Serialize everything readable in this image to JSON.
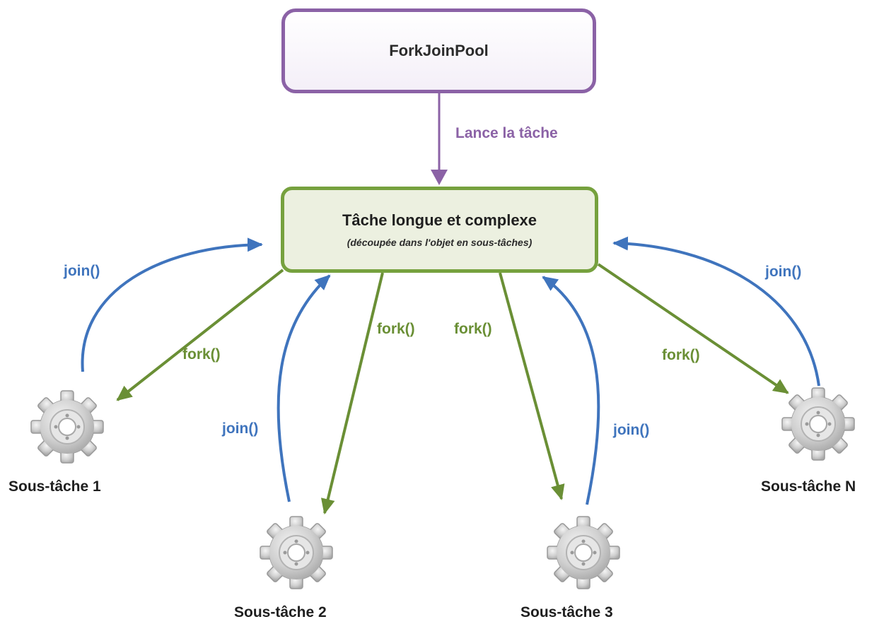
{
  "pool": {
    "title": "ForkJoinPool"
  },
  "launch_label": "Lance la tâche",
  "task": {
    "title": "Tâche longue et complexe",
    "subtitle": "(découpée dans l'objet en sous-tâches)"
  },
  "subtasks": [
    {
      "label": "Sous-tâche 1",
      "fork_label": "fork()",
      "join_label": "join()"
    },
    {
      "label": "Sous-tâche 2",
      "fork_label": "fork()",
      "join_label": "join()"
    },
    {
      "label": "Sous-tâche 3",
      "fork_label": "fork()",
      "join_label": "join()"
    },
    {
      "label": "Sous-tâche N",
      "fork_label": "fork()",
      "join_label": "join()"
    }
  ],
  "colors": {
    "pool_border": "#8b62a6",
    "task_border": "#76a13e",
    "fork": "#6a8f35",
    "join": "#3f74bd",
    "gear": "#d2d2d2"
  },
  "icons": {
    "subtask_icon": "gear-icon"
  }
}
